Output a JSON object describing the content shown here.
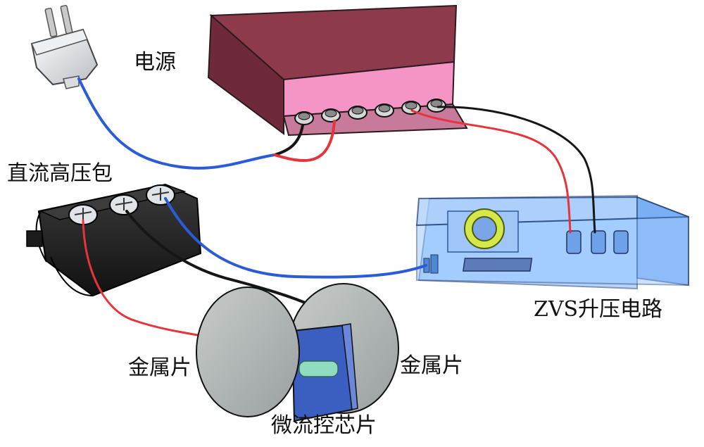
{
  "labels": {
    "power_supply": "电源",
    "hv_package": "直流高压包",
    "zvs_circuit": "ZVS升压电路",
    "metal_plate_left": "金属片",
    "metal_plate_right": "金属片",
    "microfluidic_chip": "微流控芯片"
  },
  "colors": {
    "power_top": "#8c3a4c",
    "power_front": "#f595c6",
    "zvs_box": "#7eb6ff",
    "hv_body": "#262626",
    "wire_red": "#e8333a",
    "wire_black": "#161616",
    "wire_blue": "#2a5cd8",
    "metal_plate": "#b2b8b8",
    "chip_blue": "#3a5fc0"
  }
}
